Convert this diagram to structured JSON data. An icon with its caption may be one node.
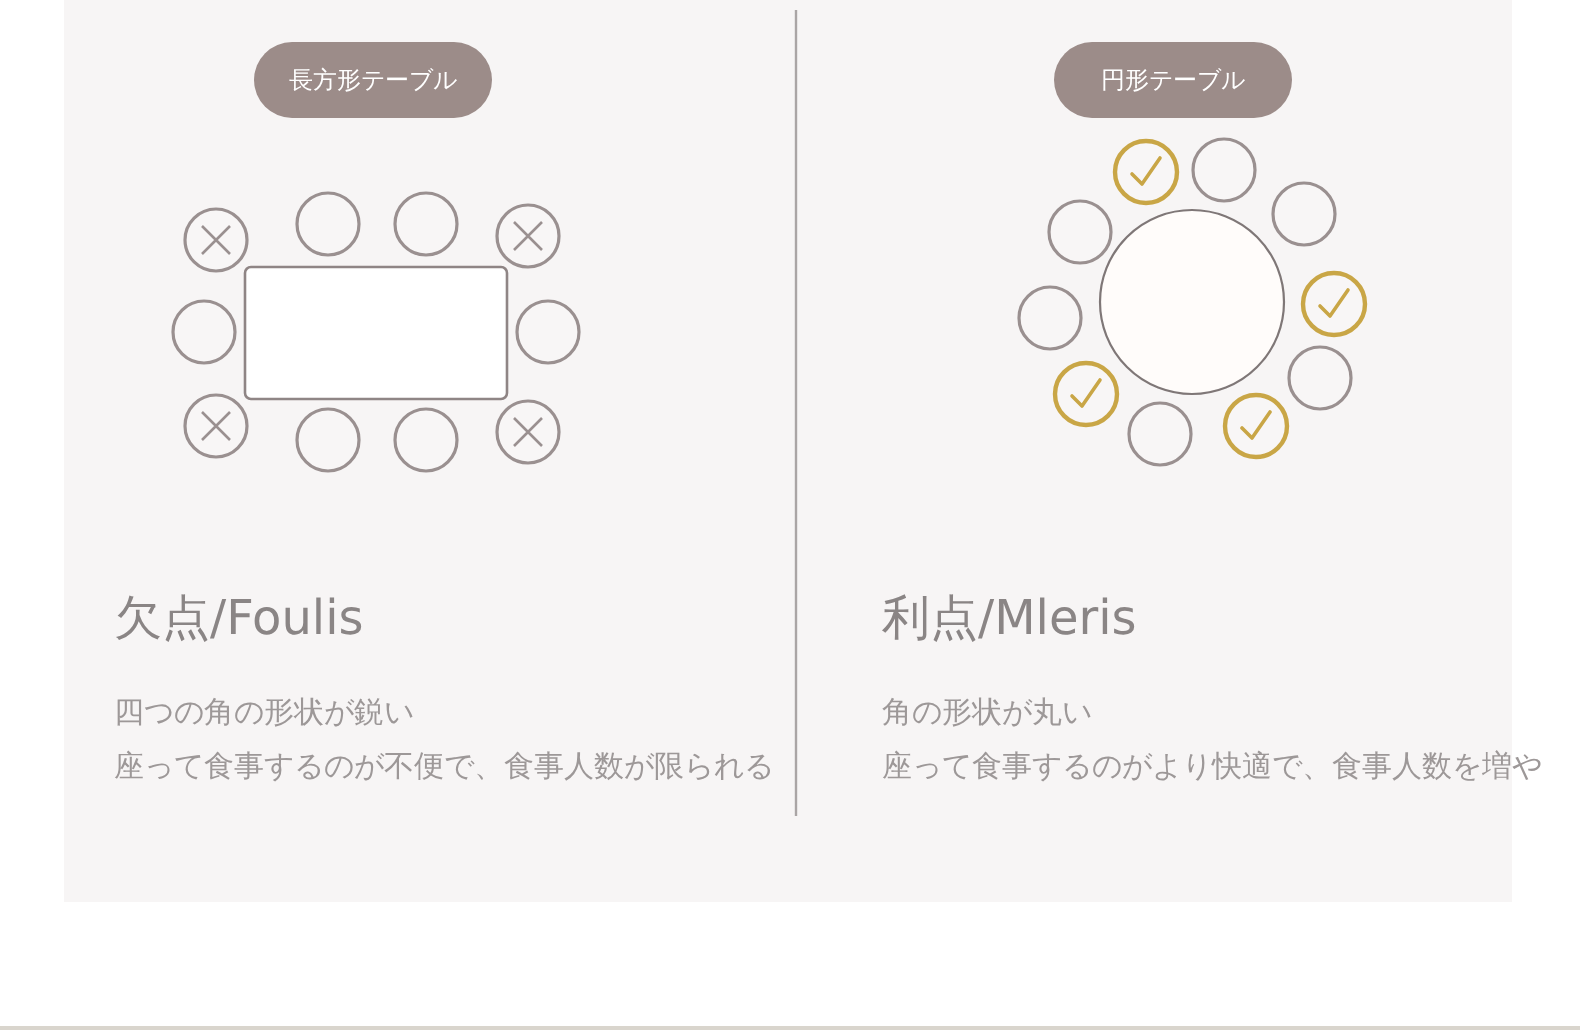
{
  "diagram": {
    "nodes": [
      {
        "text": [
          "長方形テーブル"
        ]
      },
      {
        "text": [
          "円形テーブル"
        ]
      }
    ],
    "labels": [
      "欠点/Foulis",
      "四つの角の形状が鋭い",
      "座って食事するのが不便で、食事人数が限られる",
      "利点/Mleris",
      "角の形状が丸い",
      "座って食事するのがより快適で、食事人数を増や"
    ]
  }
}
